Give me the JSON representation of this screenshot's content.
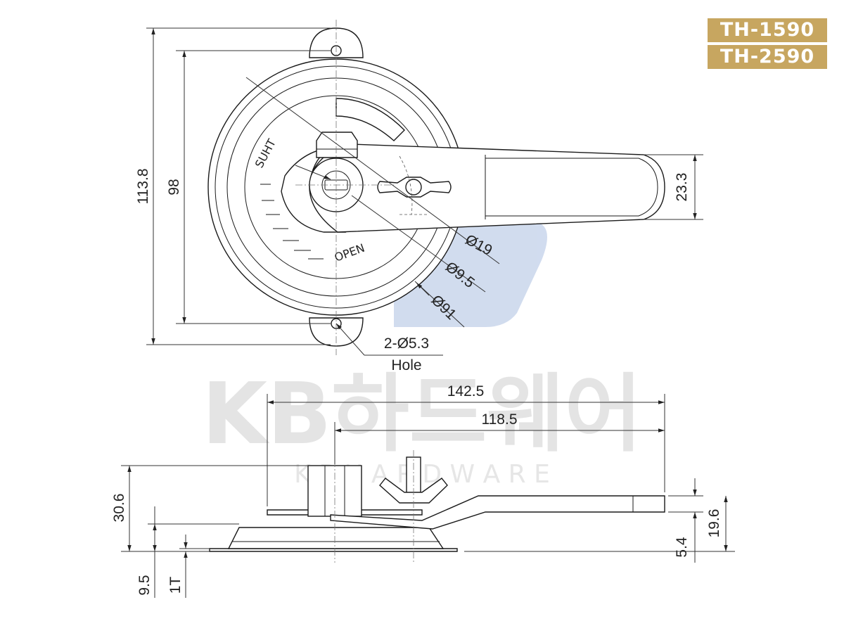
{
  "models": [
    "TH-1590",
    "TH-2590"
  ],
  "watermark": {
    "main": "KB하드웨어",
    "sub": "K B H A R D W A R E"
  },
  "engraving": {
    "shut": "SUHT",
    "open": "OPEN"
  },
  "front_view": {
    "height_overall": "113.8",
    "hole_pitch": "98",
    "handle_width": "23.3",
    "dia_19": "Ø19",
    "dia_9_5": "Ø9.5",
    "dia_91": "Ø91",
    "holes": "2-Ø5.3",
    "holes_label": "Hole"
  },
  "side_view": {
    "length_overall": "142.5",
    "handle_length": "118.5",
    "height_total": "30.6",
    "base_height": "9.5",
    "plate_thickness": "1T",
    "handle_offset": "5.4",
    "handle_height": "19.6"
  },
  "colors": {
    "badge": "#c7a660",
    "line": "#1a1a1a",
    "watermark": "#e3e3e3",
    "watermark_blue": "#c9d6ec"
  }
}
